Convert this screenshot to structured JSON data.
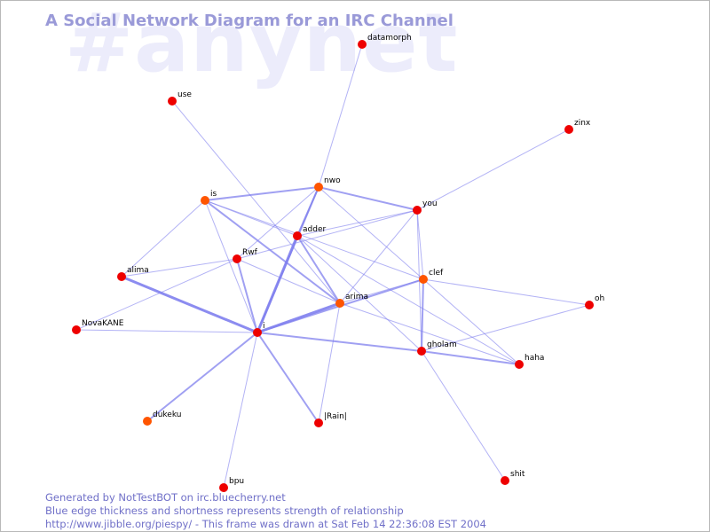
{
  "watermark": "#anynet",
  "title": "A Social Network Diagram for an IRC Channel",
  "footer": {
    "line1": "Generated by NotTestBOT on irc.bluecherry.net",
    "line2": "Blue edge thickness and shortness represents strength of relationship",
    "line3": "http://www.jibble.org/piespy/ - This frame was drawn at Sat Feb 14 22:36:08 EST 2004"
  },
  "colors": {
    "edge": "#8080ee",
    "node_red": "#ee0000",
    "node_orange": "#ff5500",
    "title": "#9a9ad8",
    "watermark": "#ececfb",
    "footer": "#7070c8"
  },
  "nodes": [
    {
      "id": "datamorph",
      "label": "datamorph",
      "color": "red"
    },
    {
      "id": "use",
      "label": "use",
      "color": "red"
    },
    {
      "id": "zinx",
      "label": "zinx",
      "color": "red"
    },
    {
      "id": "nwo",
      "label": "nwo",
      "color": "orange"
    },
    {
      "id": "is",
      "label": "is",
      "color": "orange"
    },
    {
      "id": "you",
      "label": "you",
      "color": "red"
    },
    {
      "id": "adder",
      "label": "adder",
      "color": "red"
    },
    {
      "id": "Rwf",
      "label": "Rwf",
      "color": "red"
    },
    {
      "id": "alima",
      "label": "alima",
      "color": "red"
    },
    {
      "id": "clef",
      "label": "clef",
      "color": "orange"
    },
    {
      "id": "arima",
      "label": "arima",
      "color": "orange"
    },
    {
      "id": "oh",
      "label": "oh",
      "color": "red"
    },
    {
      "id": "NovaKANE",
      "label": "NovaKANE",
      "color": "red"
    },
    {
      "id": "i",
      "label": "i",
      "color": "red"
    },
    {
      "id": "gholam",
      "label": "gholam",
      "color": "red"
    },
    {
      "id": "haha",
      "label": "haha",
      "color": "red"
    },
    {
      "id": "dukeku",
      "label": "dukeku",
      "color": "orange"
    },
    {
      "id": "Rain",
      "label": "|Rain|",
      "color": "red"
    },
    {
      "id": "shit",
      "label": "shit",
      "color": "red"
    },
    {
      "id": "bpu",
      "label": "bpu",
      "color": "red"
    }
  ],
  "edges": [
    {
      "source": "datamorph",
      "target": "nwo",
      "weight": 1
    },
    {
      "source": "use",
      "target": "arima",
      "weight": 1
    },
    {
      "source": "zinx",
      "target": "you",
      "weight": 1
    },
    {
      "source": "nwo",
      "target": "is",
      "weight": 2
    },
    {
      "source": "nwo",
      "target": "you",
      "weight": 2
    },
    {
      "source": "nwo",
      "target": "adder",
      "weight": 2
    },
    {
      "source": "nwo",
      "target": "clef",
      "weight": 1
    },
    {
      "source": "nwo",
      "target": "Rwf",
      "weight": 1
    },
    {
      "source": "nwo",
      "target": "i",
      "weight": 2
    },
    {
      "source": "is",
      "target": "adder",
      "weight": 1
    },
    {
      "source": "is",
      "target": "arima",
      "weight": 2
    },
    {
      "source": "is",
      "target": "alima",
      "weight": 1
    },
    {
      "source": "is",
      "target": "clef",
      "weight": 1
    },
    {
      "source": "is",
      "target": "i",
      "weight": 1
    },
    {
      "source": "you",
      "target": "adder",
      "weight": 1
    },
    {
      "source": "you",
      "target": "Rwf",
      "weight": 1
    },
    {
      "source": "you",
      "target": "clef",
      "weight": 1
    },
    {
      "source": "you",
      "target": "gholam",
      "weight": 1
    },
    {
      "source": "you",
      "target": "arima",
      "weight": 1
    },
    {
      "source": "adder",
      "target": "i",
      "weight": 3
    },
    {
      "source": "adder",
      "target": "arima",
      "weight": 2
    },
    {
      "source": "adder",
      "target": "gholam",
      "weight": 1
    },
    {
      "source": "adder",
      "target": "haha",
      "weight": 1
    },
    {
      "source": "Rwf",
      "target": "alima",
      "weight": 1
    },
    {
      "source": "Rwf",
      "target": "arima",
      "weight": 1
    },
    {
      "source": "Rwf",
      "target": "i",
      "weight": 2
    },
    {
      "source": "Rwf",
      "target": "NovaKANE",
      "weight": 1
    },
    {
      "source": "alima",
      "target": "i",
      "weight": 3
    },
    {
      "source": "clef",
      "target": "arima",
      "weight": 1
    },
    {
      "source": "clef",
      "target": "i",
      "weight": 2
    },
    {
      "source": "clef",
      "target": "gholam",
      "weight": 2
    },
    {
      "source": "clef",
      "target": "oh",
      "weight": 1
    },
    {
      "source": "clef",
      "target": "haha",
      "weight": 1
    },
    {
      "source": "arima",
      "target": "i",
      "weight": 3
    },
    {
      "source": "arima",
      "target": "Rain",
      "weight": 1
    },
    {
      "source": "arima",
      "target": "haha",
      "weight": 1
    },
    {
      "source": "NovaKANE",
      "target": "i",
      "weight": 1
    },
    {
      "source": "i",
      "target": "gholam",
      "weight": 2
    },
    {
      "source": "i",
      "target": "dukeku",
      "weight": 2
    },
    {
      "source": "i",
      "target": "Rain",
      "weight": 2
    },
    {
      "source": "i",
      "target": "bpu",
      "weight": 1
    },
    {
      "source": "gholam",
      "target": "haha",
      "weight": 2
    },
    {
      "source": "gholam",
      "target": "oh",
      "weight": 1
    },
    {
      "source": "gholam",
      "target": "shit",
      "weight": 1
    }
  ]
}
